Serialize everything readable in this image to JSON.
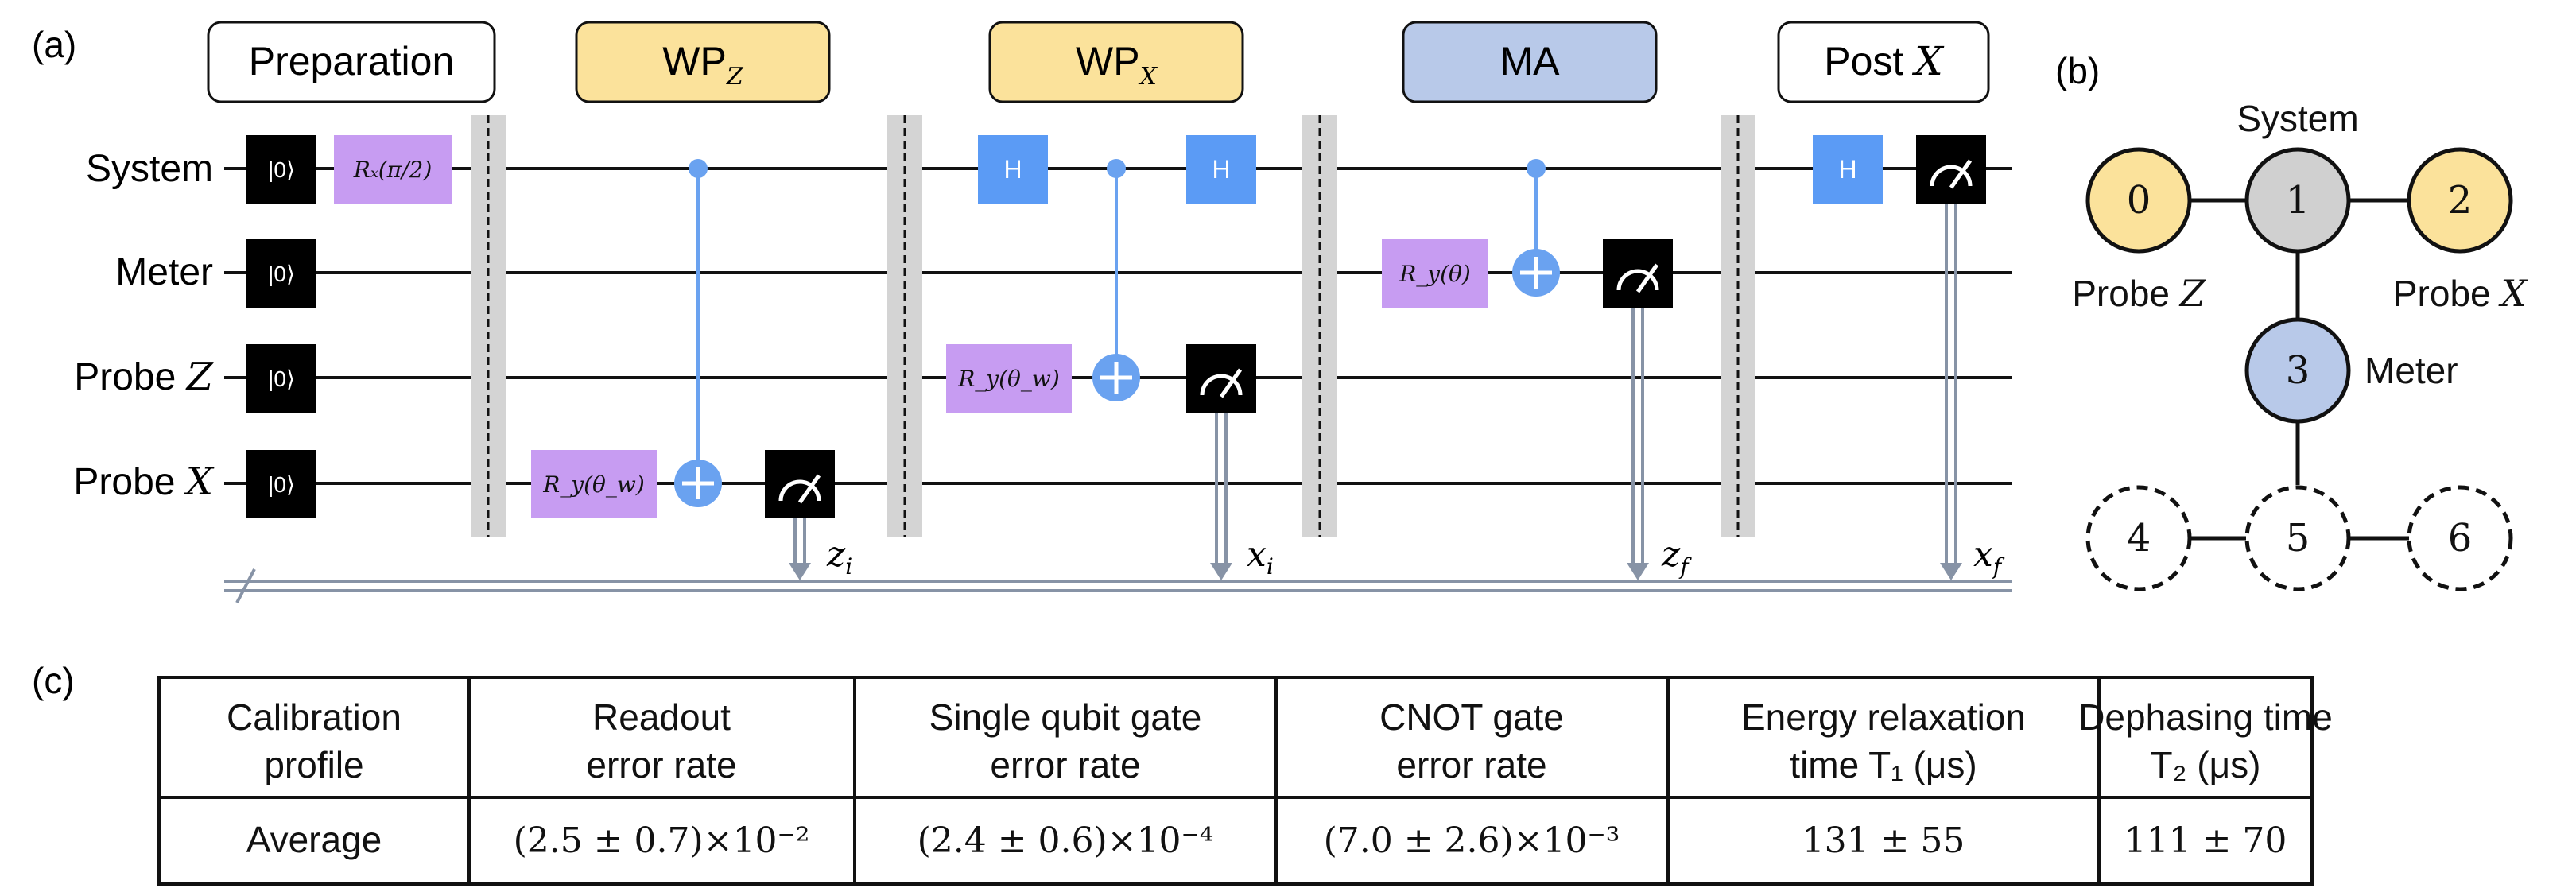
{
  "panels": {
    "a": "(a)",
    "b": "(b)",
    "c": "(c)"
  },
  "stage_boxes": {
    "preparation": "Preparation",
    "wpz_main": "WP",
    "wpz_sub": "Z",
    "wpx_main": "WP",
    "wpx_sub": "X",
    "ma": "MA",
    "postx_main": "Post ",
    "postx_var": "X"
  },
  "wires": {
    "system": "System",
    "meter": "Meter",
    "probez_main": "Probe ",
    "probez_var": "Z",
    "probex_main": "Probe ",
    "probex_var": "X"
  },
  "gates": {
    "ket": "|0⟩",
    "h": "H",
    "rx_pi2": "Rₓ(π/2)",
    "ry_thetaw": "R_y(θ_w)",
    "ry_theta": "R_y(θ)"
  },
  "outcomes": {
    "zi": "z",
    "zi_sub": "i",
    "xi": "x",
    "xi_sub": "i",
    "zf": "z",
    "zf_sub": "f",
    "xf": "x",
    "xf_sub": "f"
  },
  "graph": {
    "nodes": [
      "0",
      "1",
      "2",
      "3",
      "4",
      "5",
      "6"
    ],
    "label_system": "System",
    "label_probez_main": "Probe ",
    "label_probez_var": "Z",
    "label_probex_main": "Probe ",
    "label_probex_var": "X",
    "label_meter": "Meter"
  },
  "table": {
    "headers": [
      [
        "Calibration",
        "profile"
      ],
      [
        "Readout",
        "error rate"
      ],
      [
        "Single qubit gate",
        "error rate"
      ],
      [
        "CNOT gate",
        "error rate"
      ],
      [
        "Energy relaxation",
        "time T₁ (μs)"
      ],
      [
        "Dephasing time",
        "T₂ (μs)"
      ]
    ],
    "row_label": "Average",
    "values": [
      "(2.5 ± 0.7)×10⁻²",
      "(2.4 ± 0.6)×10⁻⁴",
      "(7.0 ± 2.6)×10⁻³",
      "131 ± 55",
      "111 ± 70"
    ]
  },
  "colors": {
    "wp_fill": "#fbe29b",
    "ma_fill": "#b8c9e9",
    "rot_fill": "#c79cf2",
    "h_fill": "#5b9bf5",
    "ctrl": "#6aa2f0",
    "barrier": "#d4d4d4",
    "classical": "#8793a6",
    "node_yellow": "#fbe29b",
    "node_gray": "#d0d0d0",
    "node_blue": "#b8c9e9"
  }
}
